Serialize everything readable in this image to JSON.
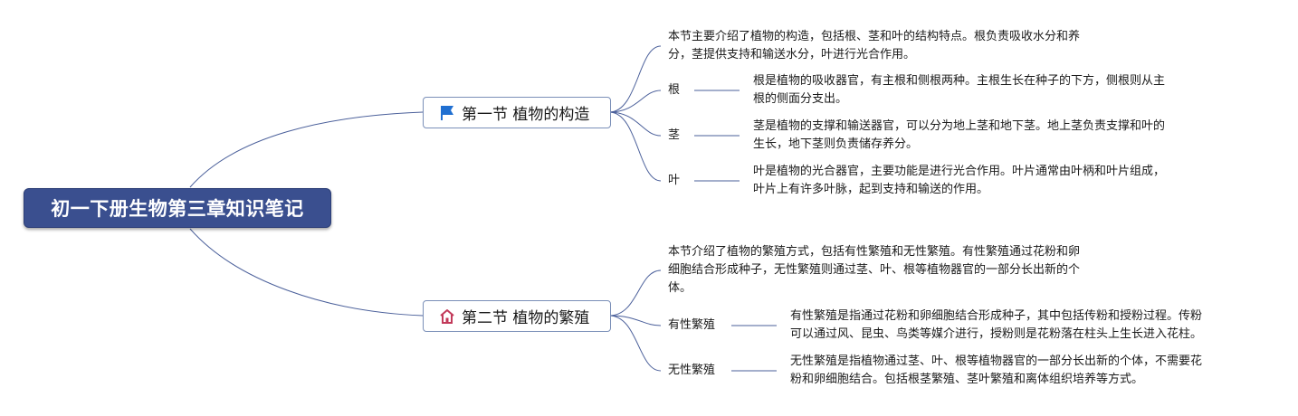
{
  "root": {
    "title": "初一下册生物第三章知识笔记"
  },
  "sections": [
    {
      "title": "第一节 植物的构造",
      "icon": "flag-icon",
      "summary": [
        "本节主要介绍了植物的构造，包括根、茎和叶的结构特点。根负责吸收水分和养",
        "分，茎提供支持和输送水分，叶进行光合作用。"
      ],
      "items": [
        {
          "label": "根",
          "desc": [
            "根是植物的吸收器官，有主根和侧根两种。主根生长在种子的下方，侧根则从主",
            "根的侧面分支出。"
          ]
        },
        {
          "label": "茎",
          "desc": [
            "茎是植物的支撑和输送器官，可以分为地上茎和地下茎。地上茎负责支撑和叶的",
            "生长，地下茎则负责储存养分。"
          ]
        },
        {
          "label": "叶",
          "desc": [
            "叶是植物的光合器官，主要功能是进行光合作用。叶片通常由叶柄和叶片组成，",
            "叶片上有许多叶脉，起到支持和输送的作用。"
          ]
        }
      ]
    },
    {
      "title": "第二节 植物的繁殖",
      "icon": "house-icon",
      "summary": [
        "本节介绍了植物的繁殖方式，包括有性繁殖和无性繁殖。有性繁殖通过花粉和卵",
        "细胞结合形成种子，无性繁殖则通过茎、叶、根等植物器官的一部分长出新的个",
        "体。"
      ],
      "items": [
        {
          "label": "有性繁殖",
          "desc": [
            "有性繁殖是指通过花粉和卵细胞结合形成种子，其中包括传粉和授粉过程。传粉",
            "可以通过风、昆虫、鸟类等媒介进行，授粉则是花粉落在柱头上生长进入花柱。"
          ]
        },
        {
          "label": "无性繁殖",
          "desc": [
            "无性繁殖是指植物通过茎、叶、根等植物器官的一部分长出新的个体，不需要花",
            "粉和卵细胞结合。包括根茎繁殖、茎叶繁殖和离体组织培养等方式。"
          ]
        }
      ]
    }
  ],
  "colors": {
    "root_bg": "#3a4f8f",
    "line": "#4a5f9a",
    "flag": "#1f6fd1",
    "house": "#c23a5a"
  }
}
